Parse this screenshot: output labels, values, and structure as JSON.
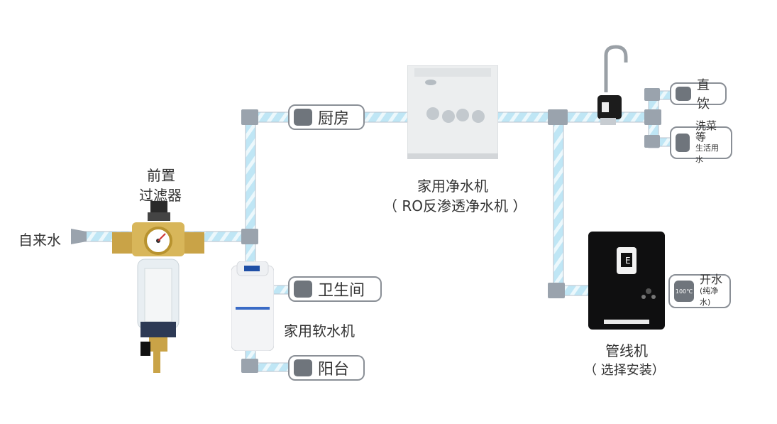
{
  "labels": {
    "water_in": "自来水",
    "prefilter_line1": "前置",
    "prefilter_line2": "过滤器",
    "purifier_name": "家用净水机",
    "purifier_sub": "（ RO反渗透净水机 ）",
    "softener_name": "家用软水机",
    "pipeline_name": "管线机",
    "pipeline_sub": "（ 选择安装）"
  },
  "outlets": {
    "kitchen": "厨房",
    "bathroom": "卫生间",
    "balcony": "阳台",
    "direct_drink": "直饮",
    "wash_line1": "洗菜等",
    "wash_line2": "生活用水",
    "boil_line1": "开水",
    "boil_line2": "(纯净水)"
  },
  "device_text": {
    "badge_temp": "100℃",
    "display_glyph": "E"
  },
  "icons": {
    "kitchen": "oven-icon",
    "bathroom": "toilet-icon",
    "balcony": "washer-icon",
    "direct_drink": "cup-icon",
    "wash": "faucet-drop-icon",
    "boil": "hot-water-icon"
  },
  "colors": {
    "pipe_outer": "#9aa3ad",
    "pipe_inner": "#bfe6f5",
    "pipe_stripe": "#ffffff",
    "pill_border": "#8a8f96",
    "icon_fill": "#6f757c",
    "brass": "#c9a347",
    "text": "#333333"
  }
}
